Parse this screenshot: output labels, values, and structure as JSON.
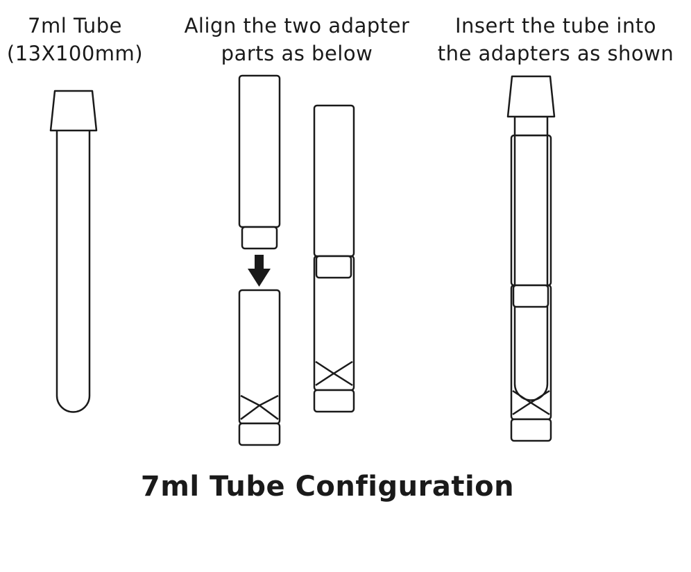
{
  "captions": {
    "tube": [
      "7ml Tube",
      "(13X100mm)"
    ],
    "align": [
      "Align the two adapter",
      "parts as below"
    ],
    "insert": [
      "Insert the tube into",
      "the adapters as shown"
    ]
  },
  "title": "7ml Tube Configuration",
  "colors": {
    "line": "#1a1a1a",
    "background": "#ffffff"
  },
  "icons": {
    "arrow": "arrow-down-icon"
  }
}
